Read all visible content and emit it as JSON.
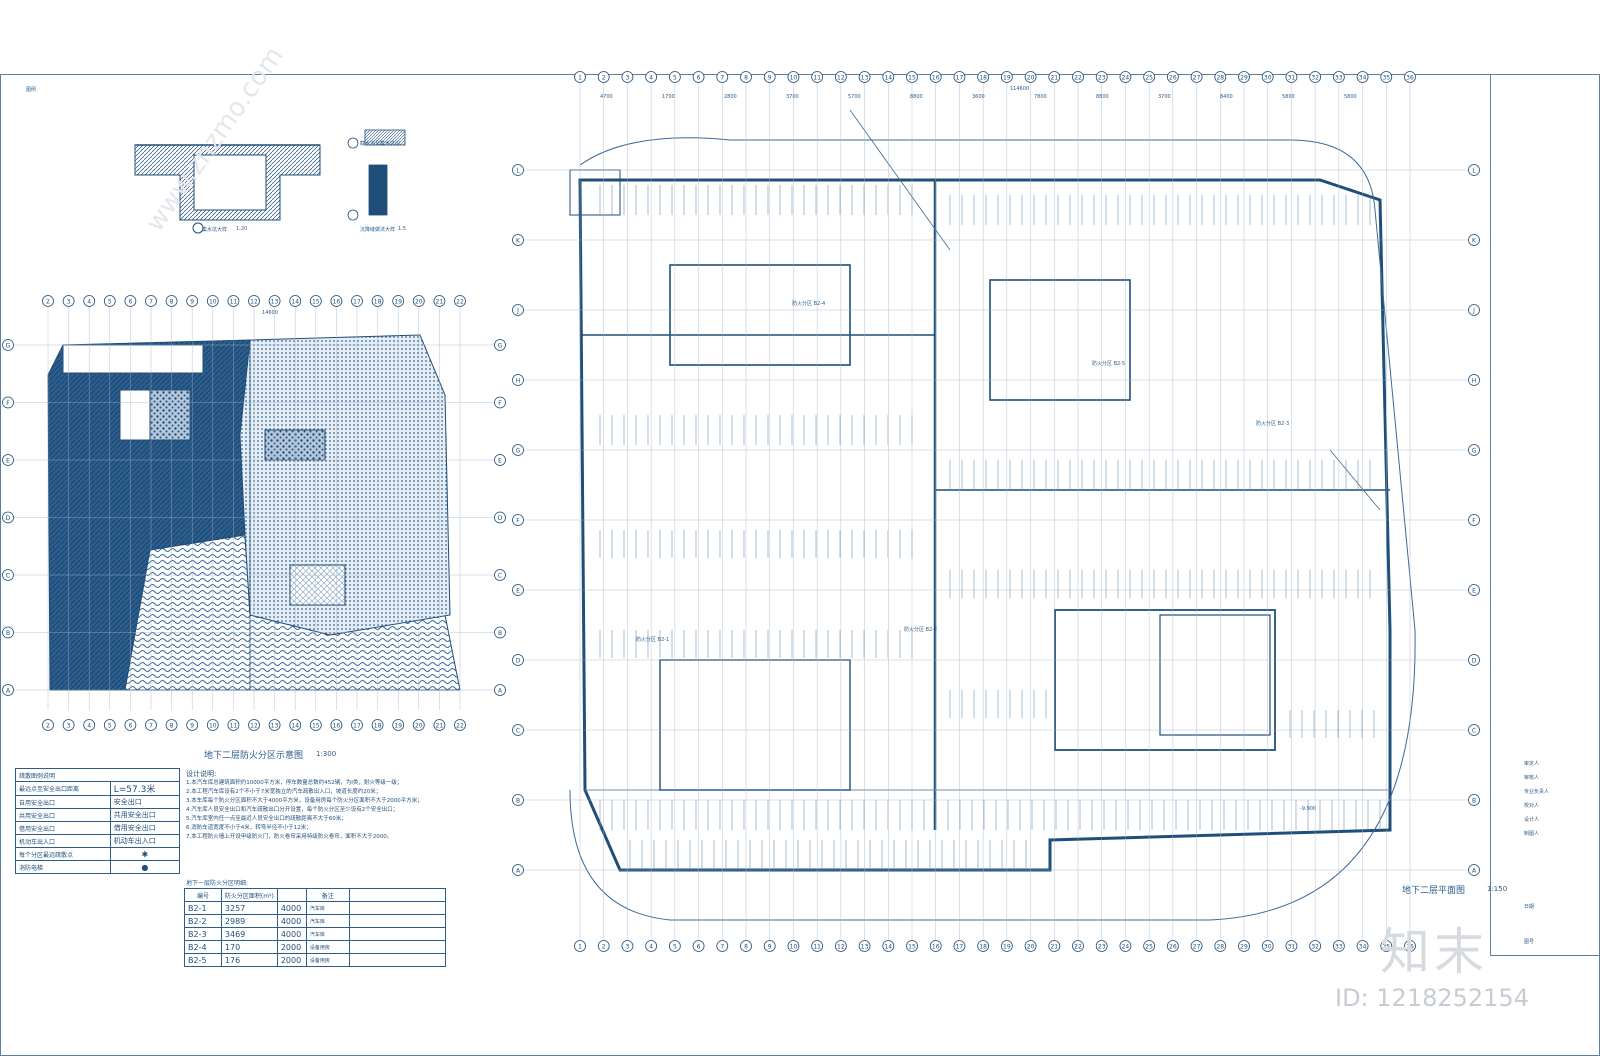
{
  "fire_zone_plan": {
    "title": "地下二层防火分区示意图",
    "scale": "1:300",
    "column_bubbles_top": [
      "2",
      "3",
      "4",
      "5",
      "6",
      "7",
      "8",
      "9",
      "10",
      "11",
      "12",
      "13",
      "14",
      "15",
      "16",
      "17",
      "18",
      "19",
      "20",
      "21",
      "22"
    ],
    "row_bubbles_left": [
      "G",
      "F",
      "E",
      "D",
      "C",
      "B",
      "A"
    ],
    "overall_dim": "14600"
  },
  "evacuation_legend": {
    "heading": "疏散图例说明",
    "distance_label": "L=57.3米",
    "rows": [
      {
        "label": "最远点至安全出口距离",
        "symbol": "L=57.3米"
      },
      {
        "label": "自用安全出口",
        "symbol": "安全出口"
      },
      {
        "label": "共用安全出口",
        "symbol": "共用安全出口"
      },
      {
        "label": "借用安全出口",
        "symbol": "借用安全出口"
      },
      {
        "label": "机动车出入口",
        "symbol": "机动车出入口"
      },
      {
        "label": "每个分区最远疏散点",
        "symbol": "✱"
      },
      {
        "label": "消防电梯",
        "symbol": "●"
      }
    ]
  },
  "design_notes": {
    "heading": "设计说明:",
    "lines": [
      "1.本汽车库总建筑面积约10000平方米，停车数量总数约452辆，为I类，耐火等级一级；",
      "2.本工程汽车库设有2个不小于7米宽独立的汽车疏散出入口，坡道长度约20米；",
      "3.本车库每个防火分区面积不大于4000平方米，设备用房每个防火分区面积不大于2000平方米；",
      "4.汽车库人员安全出口和汽车疏散出口分开设置，每个防火分区至少设有2个安全出口；",
      "5.汽车库室内任一点至最近人员安全出口的疏散距离不大于60米；",
      "6.消防车道宽度不小于4米，转弯半径不小于12米；",
      "7.本工程防火墙上开设甲级防火门，防火卷帘采用特级防火卷帘，面积不大于2000。"
    ]
  },
  "zone_table": {
    "heading": "地下一层防火分区明细:",
    "columns": [
      "编号",
      "防火分区面积(m²)",
      "",
      "备注"
    ],
    "rows": [
      {
        "id": "B2-1",
        "area": "3257",
        "limit": "4000",
        "use": "汽车库"
      },
      {
        "id": "B2-2",
        "area": "2989",
        "limit": "4000",
        "use": "汽车库"
      },
      {
        "id": "B2-3",
        "area": "3469",
        "limit": "4000",
        "use": "汽车库"
      },
      {
        "id": "B2-4",
        "area": "170",
        "limit": "2000",
        "use": "设备用房"
      },
      {
        "id": "B2-5",
        "area": "176",
        "limit": "2000",
        "use": "设备用房"
      }
    ]
  },
  "details": {
    "detail1": "集水坑大样",
    "detail1_scale": "1:20",
    "detail2": "截水沟及集水坑边",
    "detail3": "沉降缝做法大样",
    "detail3_scale": "1:5",
    "legend_hint": "图例"
  },
  "main_plan": {
    "title": "地下二层平面图",
    "scale": "1:150",
    "overall_dim": "114600",
    "column_bubbles_top": [
      "1",
      "2",
      "3",
      "4",
      "5",
      "6",
      "7",
      "8",
      "9",
      "10",
      "11",
      "12",
      "13",
      "14",
      "15",
      "16",
      "17",
      "18",
      "19",
      "20",
      "21",
      "22",
      "23",
      "24",
      "25",
      "26",
      "27",
      "28",
      "29",
      "30",
      "31",
      "32",
      "33",
      "34",
      "35",
      "36"
    ],
    "row_bubbles_left": [
      "L",
      "K",
      "J",
      "H",
      "G",
      "F",
      "E",
      "D",
      "C",
      "B",
      "A"
    ],
    "top_dims": [
      "4700",
      "1700",
      "2800",
      "3700",
      "5700",
      "8800",
      "3600",
      "7800",
      "8800",
      "3700",
      "8400",
      "5800",
      "5800"
    ],
    "elevation_tag": "-9.900",
    "zone_tags": [
      "防火分区 B2-1",
      "防火分区 B2-2",
      "防火分区 B2-3",
      "防火分区 B2-4",
      "防火分区 B2-5"
    ]
  },
  "title_block": {
    "labels": [
      "审定人",
      "审核人",
      "专业负责人",
      "校对人",
      "设计人",
      "制图人"
    ],
    "drawing_no_label": "图号",
    "date_label": "日期"
  },
  "watermark": {
    "logo": "知末",
    "id": "ID: 1218252154",
    "site": "www.znzmo.com"
  },
  "colors": {
    "line": "#1f4e79",
    "fill_dark": "#1f4e79",
    "fill_mid": "#6c8fb3",
    "fill_light": "#c9d6e4",
    "watermark": "#d7dbe0"
  }
}
